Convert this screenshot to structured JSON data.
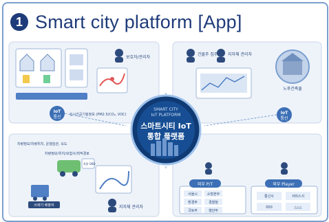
{
  "header": {
    "number": "1",
    "title": "Smart city platform [App]"
  },
  "hub": {
    "top_line1": "SMART CITY",
    "top_line2": "IoT PLATFORM",
    "main_line1": "스마트시티 IoT",
    "main_line2": "통합 플랫폼"
  },
  "left_top": {
    "iot_label1": "IoT",
    "iot_label2": "통신",
    "right_label": "보호자/관리자",
    "sensor_text": "실시간공기질정보 (PM2.5/CO₂, VOC)"
  },
  "right_top": {
    "person1": "건물주 집주인",
    "person2": "지자체 관리자",
    "house_label": "노후건축물",
    "iot_label1": "IoT",
    "iot_label2": "통신"
  },
  "left_bottom": {
    "line1": "차량정보/차량위치, 운행습관, 속도",
    "line2": "차량정보/위치/보험사/최적경로",
    "car_tag": "차량 OBD",
    "report": "지자체 관리자",
    "bottom_label": "쓰레기 배출자"
  },
  "right_bottom": {
    "box1_title": "외부 P/T",
    "box1_cells": [
      "서울시",
      "소방본부",
      "환경부",
      "경찰청",
      "국토부",
      "행안부"
    ],
    "box2_title": "외부 Player",
    "box2_cells": [
      "통신사",
      "서비스사",
      "000",
      "△△△"
    ]
  }
}
